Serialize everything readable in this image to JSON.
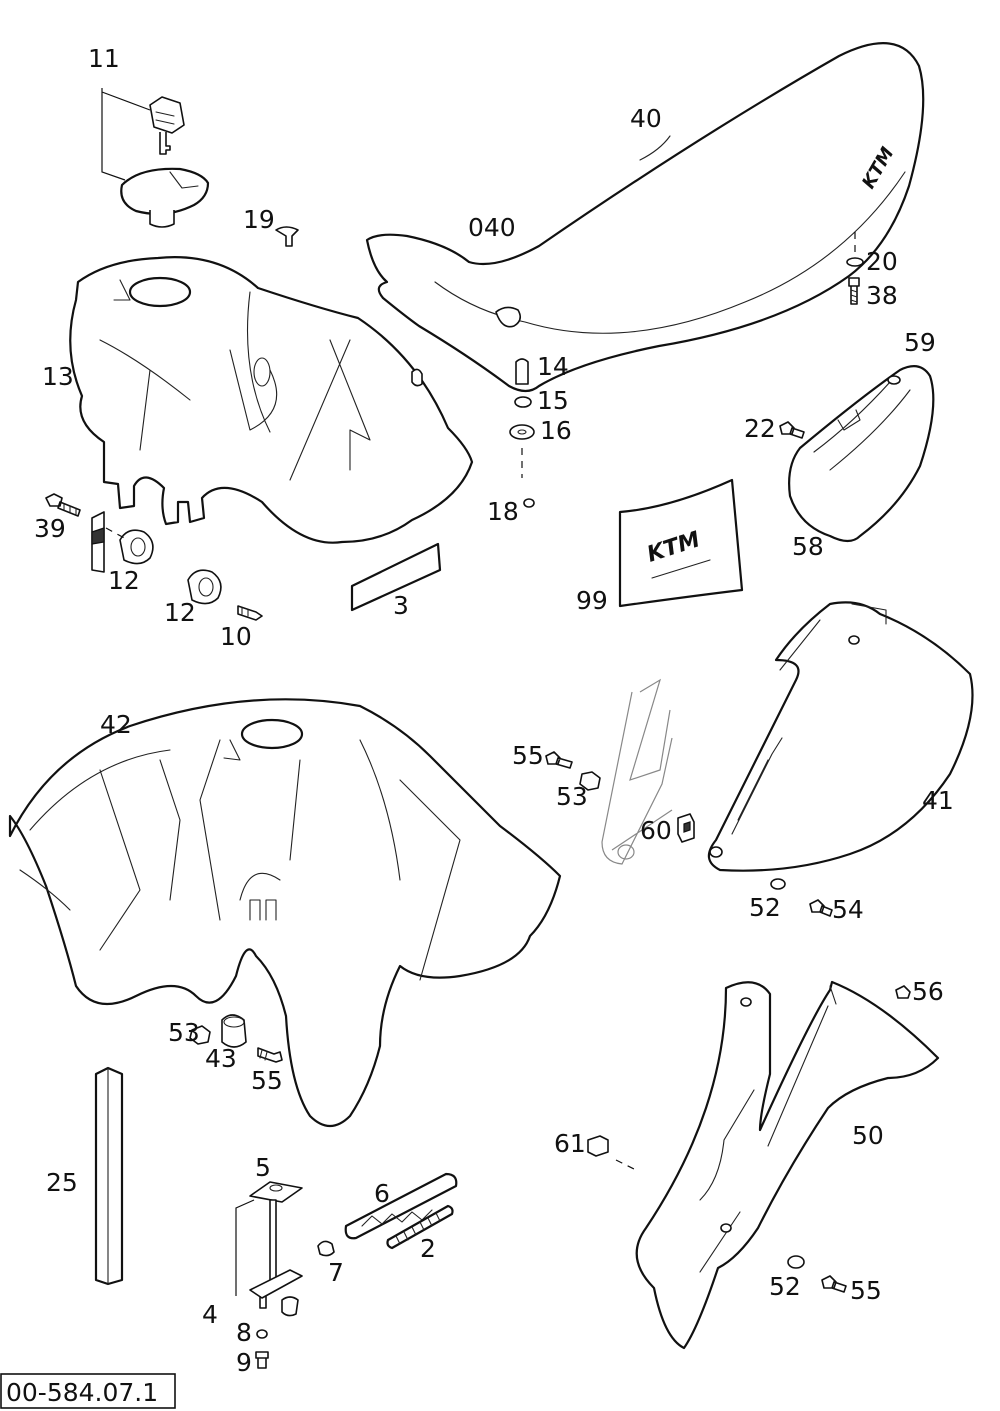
{
  "diagram": {
    "drawing_number": "00-584.07.1",
    "brand_marks": {
      "seat": "KTM",
      "decal": "KTM"
    },
    "part_labels": {
      "p11": "11",
      "p40": "40",
      "p19": "19",
      "p040": "040",
      "p20": "20",
      "p38": "38",
      "p13": "13",
      "p14": "14",
      "p15": "15",
      "p16": "16",
      "p59": "59",
      "p22": "22",
      "p18": "18",
      "p39": "39",
      "p12a": "12",
      "p12b": "12",
      "p10": "10",
      "p3": "3",
      "p58": "58",
      "p99": "99",
      "p42": "42",
      "p55a": "55",
      "p53a": "53",
      "p60": "60",
      "p41": "41",
      "p52a": "52",
      "p54": "54",
      "p56": "56",
      "p53b": "53",
      "p43": "43",
      "p55b": "55",
      "p50": "50",
      "p25": "25",
      "p61": "61",
      "p5": "5",
      "p6": "6",
      "p7": "7",
      "p2": "2",
      "p4": "4",
      "p8": "8",
      "p9": "9",
      "p52b": "52",
      "p55c": "55"
    }
  }
}
